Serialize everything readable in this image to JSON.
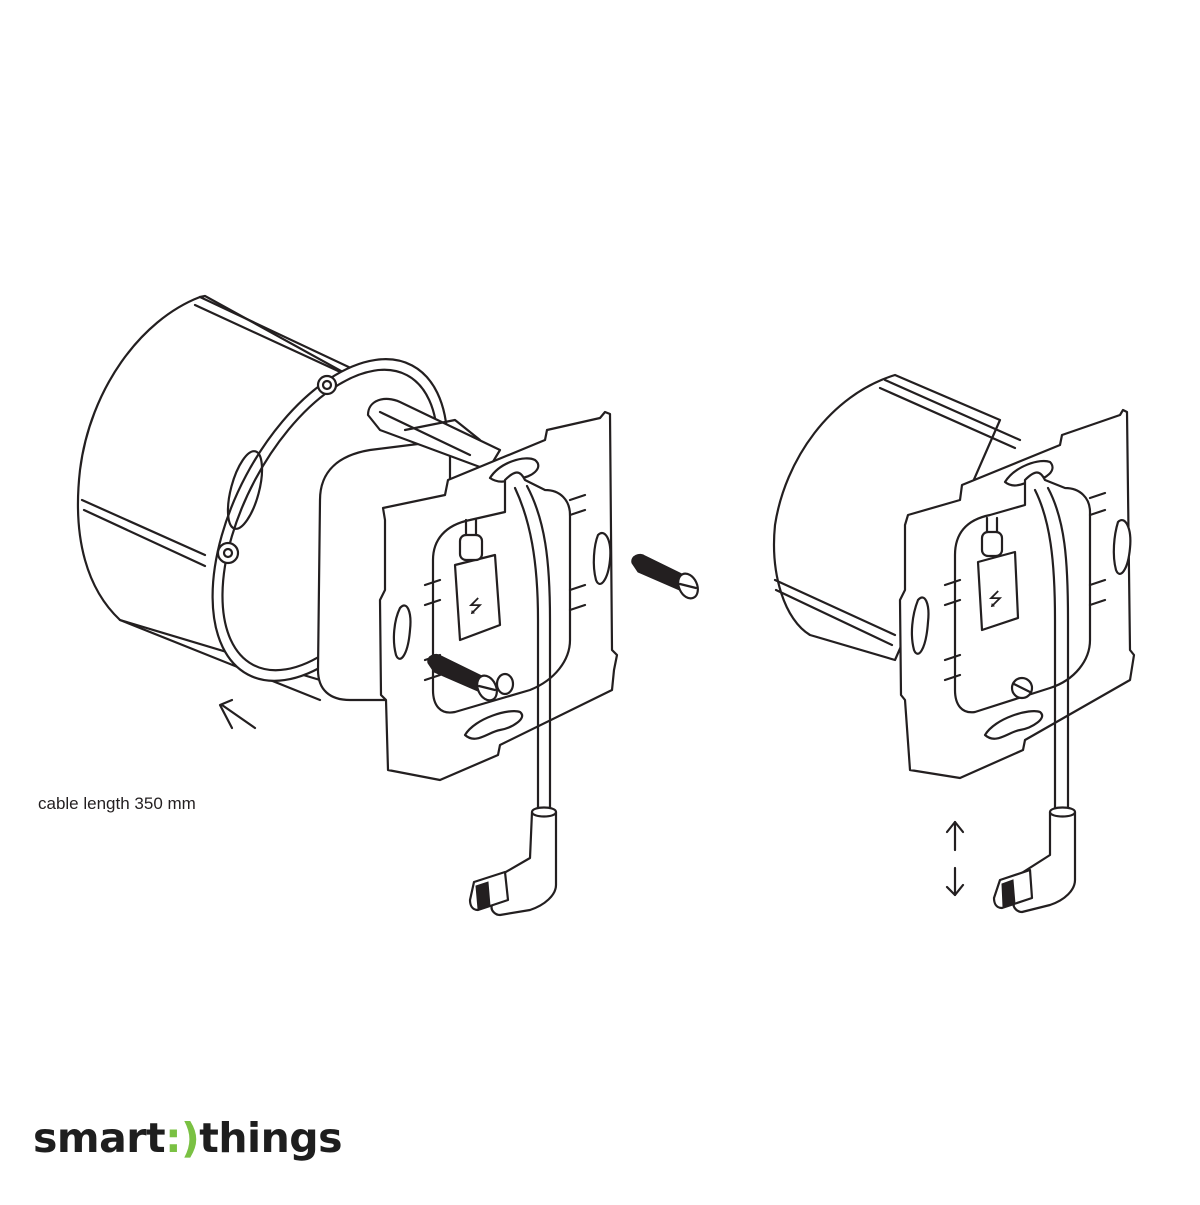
{
  "diagram": {
    "type": "installation-illustration",
    "subject": "flush-mounted USB/Lightning charging insert in wall box",
    "left_view": {
      "label": "exploded view",
      "parts": [
        "round-flush-box",
        "mounting-frame",
        "usb-charging-module",
        "screw-left",
        "screw-right",
        "lightning-cable",
        "lightning-connector"
      ],
      "arrow": "insertion-direction-arrow"
    },
    "right_view": {
      "label": "assembled view",
      "parts": [
        "round-flush-box",
        "mounting-frame",
        "usb-charging-module",
        "lightning-cable",
        "lightning-connector"
      ],
      "arrow": "up-down-adjustment-arrows"
    },
    "caption": "cable length 350 mm"
  },
  "brand": {
    "prefix": "smart",
    "smile": ":)",
    "suffix": "things",
    "accent_color": "#7ac143",
    "text_color": "#1e1e1e"
  },
  "colors": {
    "line": "#231f20",
    "background": "#ffffff"
  }
}
